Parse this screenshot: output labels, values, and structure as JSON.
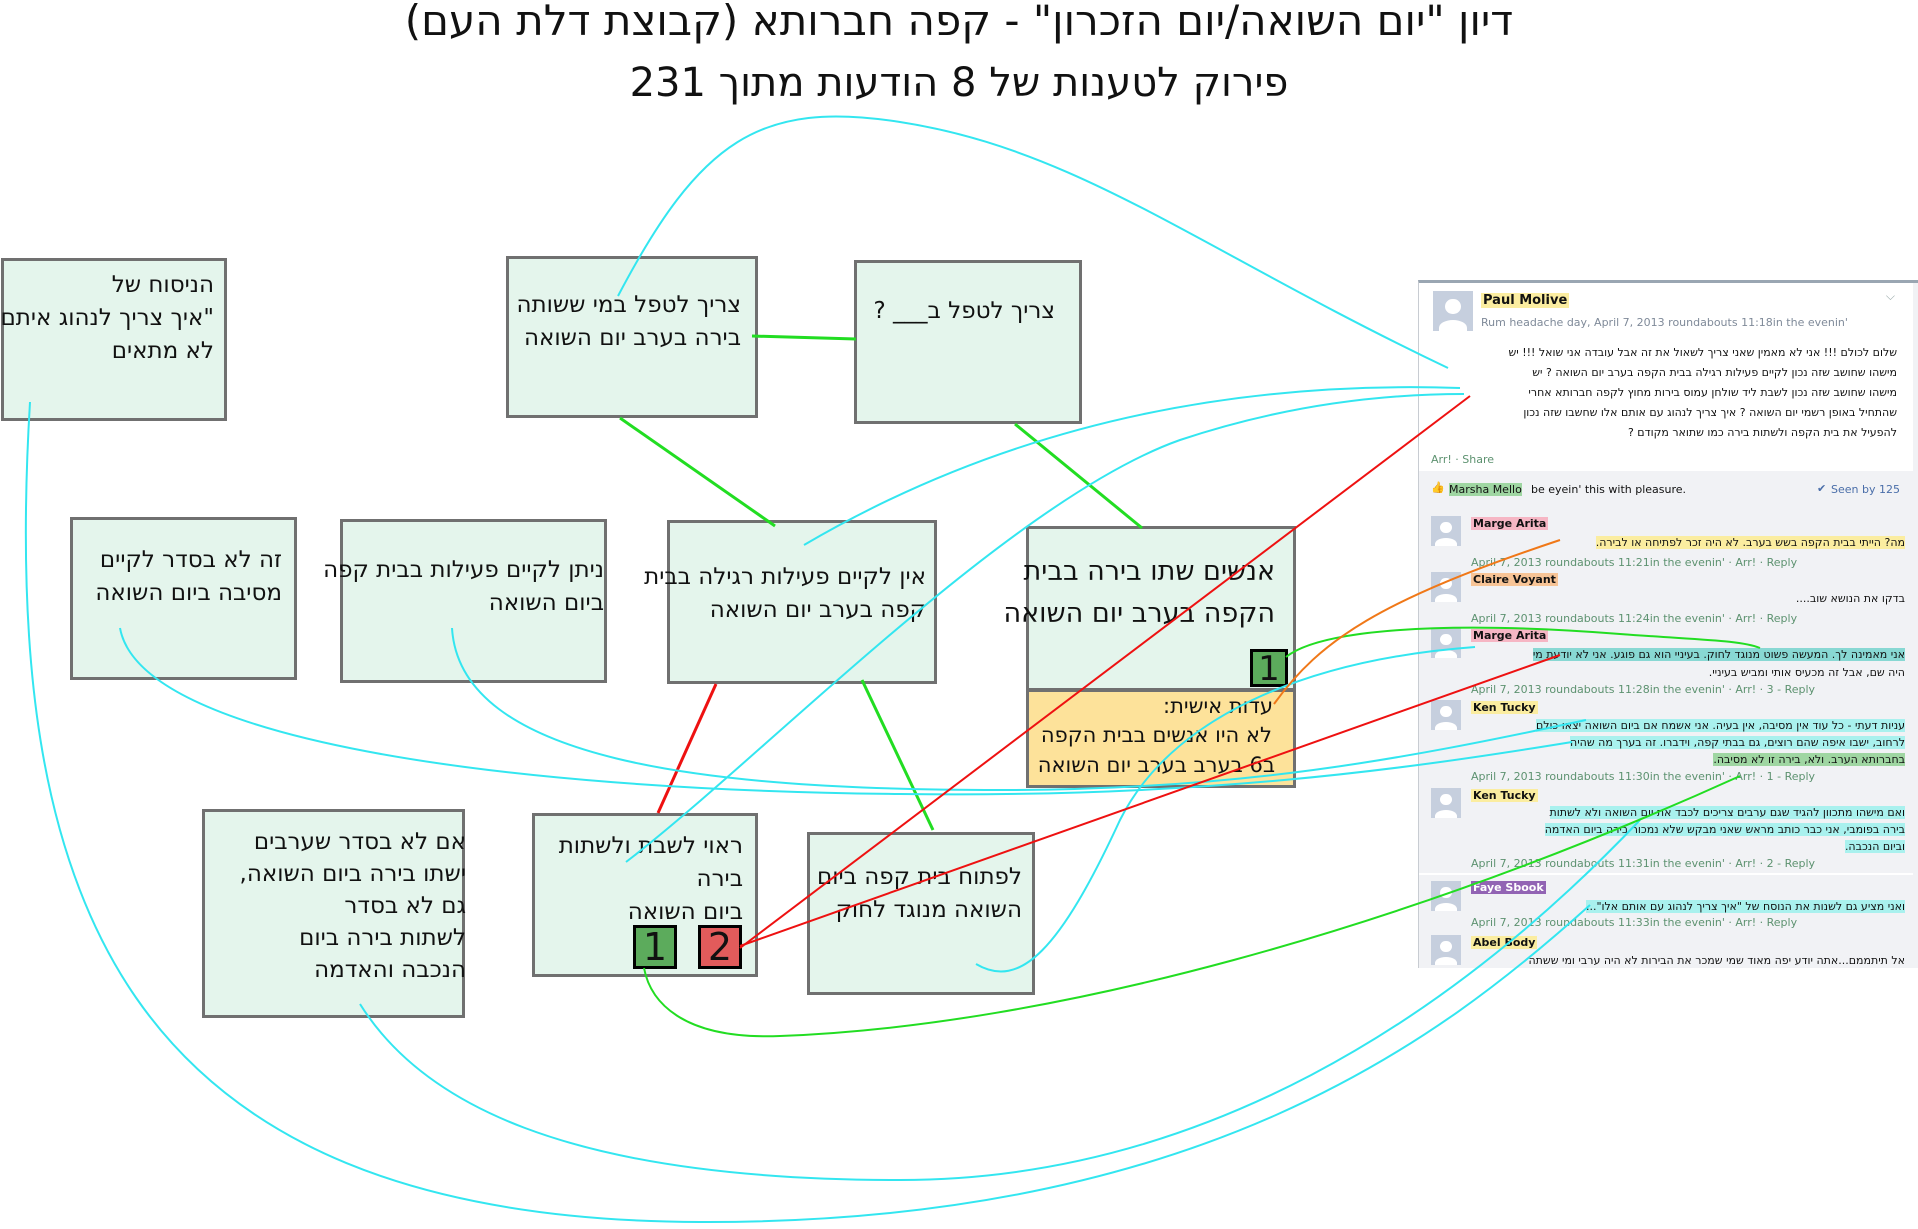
{
  "title": "דיון \"יום השואה/יום הזכרון\" - קפה חברותא (קבוצת דלת העם)",
  "subtitle": "פירוק לטענות של 8 הודעות מתוך 231",
  "boxes": {
    "nusach": [
      "הניסוח של",
      "\"איך צריך לנהוג איתם\"",
      "לא מתאים"
    ],
    "who_drank": [
      "צריך לטפל במי ששותה",
      "בירה בערב יום השואה"
    ],
    "handle_blank": [
      "צריך לטפל ב___ ?"
    ],
    "not_ok_reason": [
      "זה לא בסדר לקיים",
      "מסיבה ביום השואה"
    ],
    "can_hold": [
      "ניתן לקיים פעילות בבית קפה",
      "ביום השואה"
    ],
    "cant_hold": [
      "אין לקיים פעילות רגילה בבית",
      "קפה בערב יום השואה"
    ],
    "people_drank": [
      "אנשים שתו בירה בבית",
      "הקפה בערב יום השואה"
    ],
    "not_ok_arabs": [
      "אם לא בסדר שערבים",
      "ישתו בירה ביום השואה,",
      "גם לא בסדר",
      "לשתות בירה ביום",
      "הנכבה והאדמה"
    ],
    "ok_sit": [
      "ראוי לשבת ולשתות",
      "בירה",
      "ביום השואה"
    ],
    "open_against_law": [
      "לפתוח בית קפה ביום",
      "השואה מנוגד לחוק"
    ]
  },
  "testimony": {
    "header": "עדות אישית:",
    "lines": [
      "לא היו אנשים בבית הקפה",
      "ב6 בערב בערב יום השואה"
    ]
  },
  "badges": {
    "people_drank_1": "1",
    "ok_sit_1": "1",
    "ok_sit_2": "2"
  },
  "feed": {
    "post": {
      "author": "Paul Molive",
      "meta": "Rum headache day, April 7, 2013 roundabouts 11:18in the evenin'",
      "lines": [
        "שלום לכולם !!! אני לא מאמין שאני צריך לשאול את זה אבל עובדה אני שואל !!! יש",
        "מישהו שחושב שזה נכון לקיים פעילות רגילה בבית הקפה בערב יום השואה ? יש",
        "מישהו שחושב שזה נכון לשבת ליד שולחן עמוס בירות מחוץ לקפה חברותא אחרי",
        "שהתחיל באופן רשמי יום השואה ? איך צריך לנהוג עם אותם אלו שחשבו שזה נכון",
        "להפעיל את בית הקפה ולשתות בירה כמו שתואר מקודם ?"
      ],
      "actions": "Arr! · Share",
      "chevron": "⌵"
    },
    "likes": {
      "name": "Marsha Mello",
      "text": "be eyein' this with pleasure.",
      "seen": "Seen by 125"
    },
    "comments": [
      {
        "author": "Marge Arita",
        "lines": [
          "מה? הייתי בבית הקפה בשש בערב. לא היה זכר לפתיחה או לבירה."
        ],
        "meta": "April 7, 2013 roundabouts 11:21in the evenin' · Arr! · Reply"
      },
      {
        "author": "Claire Voyant",
        "lines": [
          "בדקו את הנושא שוב...."
        ],
        "meta": "April 7, 2013 roundabouts 11:24in the evenin' · Arr! · Reply"
      },
      {
        "author": "Marge Arita",
        "lines": [
          "אני מאמינה לך. המעשה פשוט מנוגד לחוק. בעיניי הוא גם פוגע. אני לא יודעת מי",
          "היה שם, אבל זה מכעיס אותי ומביש בעיניי."
        ],
        "meta": "April 7, 2013 roundabouts 11:28in the evenin' · Arr! · 3 - Reply"
      },
      {
        "author": "Ken Tucky",
        "lines": [
          "עניות דעתי - כל עוד אין מסיבה, אין בעיה. אני אשמח אם ביום השואה יצאו כולם",
          "לרחוב, ישבו איפה שהם רוצים, גם בבתי קפה, וידברו. זה בערך מה שהיה",
          "בחברותא הערב. ולא, בירה זו לא מסיבה."
        ],
        "meta": "April 7, 2013 roundabouts 11:30in the evenin' · Arr! · 1 - Reply"
      },
      {
        "author": "Ken Tucky",
        "lines": [
          "ואם מישהו מתכוון להגיד שגם ערבים צריכים לכבד את יום השואה ולא לשתות",
          "בירה בפומבי, אני כבר כותב מראש שאני מבקש שלא נמכור בירה ביום האדמה",
          "וביום הנכבה."
        ],
        "meta": "April 7, 2013 roundabouts 11:31in the evenin' · Arr! · 2 - Reply"
      },
      {
        "author": "Faye Sbook",
        "lines": [
          "ואני מציע גם לשנות את הנוסח של \"איך צריך לנהוג עם אותם אלו\"..."
        ],
        "meta": "April 7, 2013 roundabouts 11:33in the evenin' · Arr! · Reply"
      },
      {
        "author": "Abel Body",
        "lines": [
          "אל תיתממם...אתה יודע יפה מאוד שמי שמכר את הבירות לא היה ערבי ומי ששתה"
        ],
        "meta": ""
      }
    ]
  },
  "colors": {
    "link_cyan": "#33e6f0",
    "link_green": "#22dd22",
    "link_red": "#ee1111",
    "link_orange": "#f07818",
    "box_fill": "#e4f5ec",
    "note_fill": "#fde29a"
  }
}
